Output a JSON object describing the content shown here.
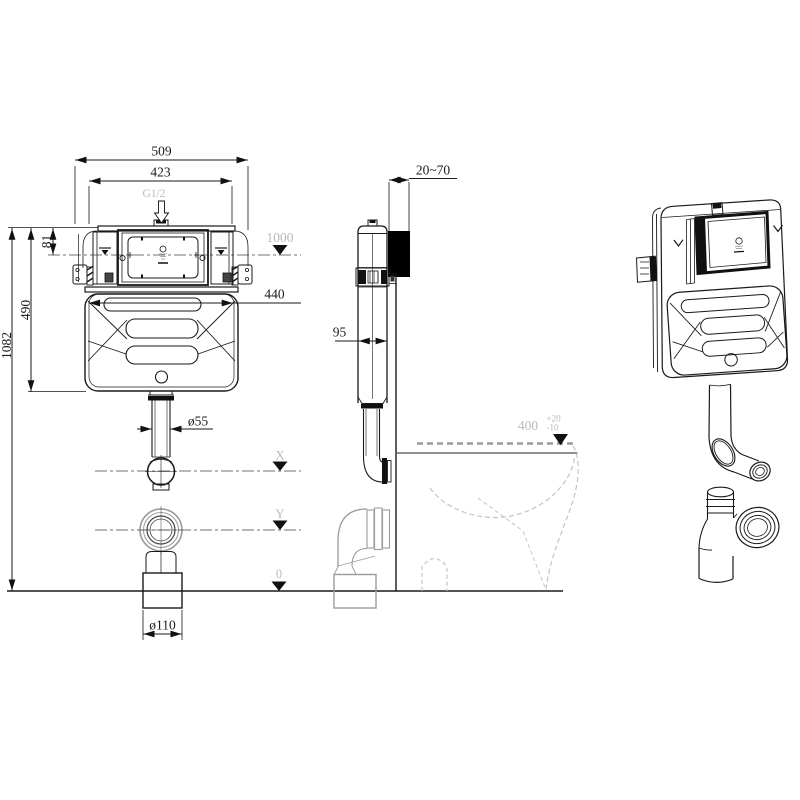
{
  "drawing": {
    "front_view": {
      "dim_outer_width": "509",
      "dim_inner_width": "423",
      "inlet_thread": "G1/2",
      "dim_plate_offset": "81",
      "dim_tank_height": "490",
      "dim_overall_height": "1082",
      "dim_tank_width": "440",
      "level_button_height": "1000",
      "flush_pipe_diameter": "ø55",
      "drain_diameter": "ø110",
      "level_x_label": "X",
      "level_y_label": "Y",
      "level_floor_label": "0"
    },
    "side_view": {
      "dim_wall_finish_range": "20~70",
      "dim_tank_depth": "95",
      "dim_bowl_height": "400",
      "dim_bowl_height_tol_upper": "+20",
      "dim_bowl_height_tol_lower": "-10"
    },
    "colors": {
      "line": "#1a1a1a",
      "muted_label": "#b9b9b9",
      "bowl_outline": "#c4c4c4",
      "fitting_gray": "#9a9a9a"
    }
  }
}
